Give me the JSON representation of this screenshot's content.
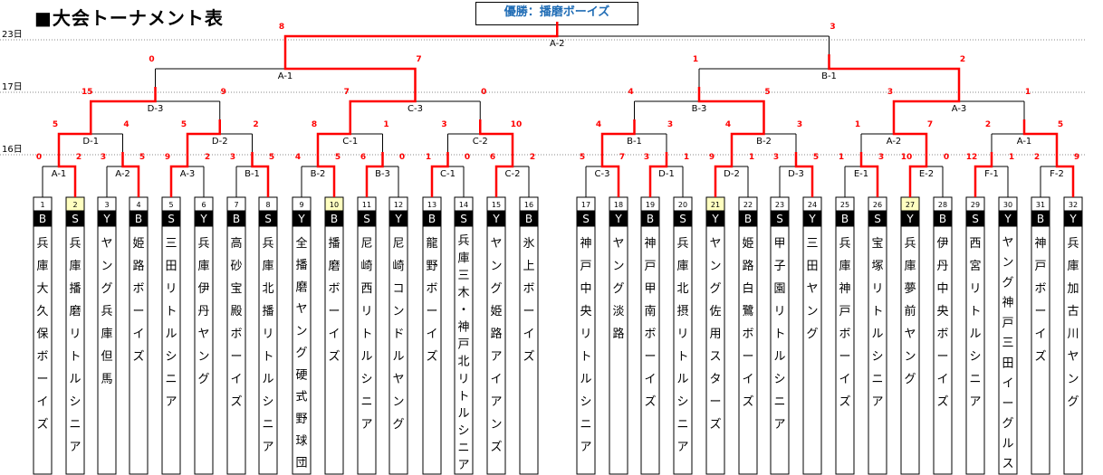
{
  "title": "■大会トーナメント表",
  "champion": "優勝：播磨ボーイズ",
  "dates": [
    "23日",
    "17日",
    "16日"
  ],
  "teams": [
    {
      "no": "1",
      "league": "B",
      "name": "兵庫大久保ボーイズ",
      "highlight": false
    },
    {
      "no": "2",
      "league": "S",
      "name": "兵庫播磨リトルシニア",
      "highlight": true
    },
    {
      "no": "3",
      "league": "Y",
      "name": "ヤング兵庫但馬",
      "highlight": false
    },
    {
      "no": "4",
      "league": "B",
      "name": "姫路ボーイズ",
      "highlight": false
    },
    {
      "no": "5",
      "league": "S",
      "name": "三田リトルシニア",
      "highlight": false
    },
    {
      "no": "6",
      "league": "Y",
      "name": "兵庫伊丹ヤング",
      "highlight": false
    },
    {
      "no": "7",
      "league": "B",
      "name": "高砂宝殿ボーイズ",
      "highlight": false
    },
    {
      "no": "8",
      "league": "S",
      "name": "兵庫北播リトルシニア",
      "highlight": false
    },
    {
      "no": "9",
      "league": "Y",
      "name": "全播磨ヤング硬式野球団",
      "highlight": false
    },
    {
      "no": "10",
      "league": "B",
      "name": "播磨ボーイズ",
      "highlight": true
    },
    {
      "no": "11",
      "league": "S",
      "name": "尼崎西リトルシニア",
      "highlight": false
    },
    {
      "no": "12",
      "league": "Y",
      "name": "尼崎コンドルヤング",
      "highlight": false
    },
    {
      "no": "13",
      "league": "B",
      "name": "龍野ボーイズ",
      "highlight": false
    },
    {
      "no": "14",
      "league": "S",
      "name": "兵庫三木・神戸北リトルシニア",
      "highlight": false
    },
    {
      "no": "15",
      "league": "Y",
      "name": "ヤング姫路アイアンズ",
      "highlight": false
    },
    {
      "no": "16",
      "league": "B",
      "name": "氷上ボーイズ",
      "highlight": false
    },
    {
      "no": "17",
      "league": "S",
      "name": "神戸中央リトルシニア",
      "highlight": false
    },
    {
      "no": "18",
      "league": "Y",
      "name": "ヤング淡路",
      "highlight": false
    },
    {
      "no": "19",
      "league": "B",
      "name": "神戸甲南ボーイズ",
      "highlight": false
    },
    {
      "no": "20",
      "league": "S",
      "name": "兵庫北摂リトルシニア",
      "highlight": false
    },
    {
      "no": "21",
      "league": "Y",
      "name": "ヤング佐用スターズ",
      "highlight": true
    },
    {
      "no": "22",
      "league": "B",
      "name": "姫路白鷺ボーイズ",
      "highlight": false
    },
    {
      "no": "23",
      "league": "S",
      "name": "甲子園リトルシニア",
      "highlight": false
    },
    {
      "no": "24",
      "league": "Y",
      "name": "三田ヤング",
      "highlight": false
    },
    {
      "no": "25",
      "league": "B",
      "name": "兵庫神戸ボーイズ",
      "highlight": false
    },
    {
      "no": "26",
      "league": "S",
      "name": "宝塚リトルシニア",
      "highlight": false
    },
    {
      "no": "27",
      "league": "Y",
      "name": "兵庫夢前ヤング",
      "highlight": true
    },
    {
      "no": "28",
      "league": "B",
      "name": "伊丹中央ボーイズ",
      "highlight": false
    },
    {
      "no": "29",
      "league": "S",
      "name": "西宮リトルシニア",
      "highlight": false
    },
    {
      "no": "30",
      "league": "Y",
      "name": "ヤング神戸三田イーグルス",
      "highlight": false
    },
    {
      "no": "31",
      "league": "B",
      "name": "神戸ボーイズ",
      "highlight": false
    },
    {
      "no": "32",
      "league": "Y",
      "name": "兵庫加古川ヤング",
      "highlight": false
    }
  ],
  "round1": [
    {
      "label": "A-1",
      "s1": "0",
      "s2": "2",
      "winner": 1
    },
    {
      "label": "A-2",
      "s1": "3",
      "s2": "5",
      "winner": 1
    },
    {
      "label": "A-3",
      "s1": "9",
      "s2": "2",
      "winner": 0
    },
    {
      "label": "B-1",
      "s1": "3",
      "s2": "5",
      "winner": 1
    },
    {
      "label": "B-2",
      "s1": "4",
      "s2": "5",
      "winner": 1
    },
    {
      "label": "B-3",
      "s1": "6",
      "s2": "0",
      "winner": 0
    },
    {
      "label": "C-1",
      "s1": "1",
      "s2": "0",
      "winner": 0
    },
    {
      "label": "C-2",
      "s1": "6",
      "s2": "2",
      "winner": 0
    },
    {
      "label": "C-3",
      "s1": "5",
      "s2": "7",
      "winner": 1
    },
    {
      "label": "D-1",
      "s1": "3",
      "s2": "1",
      "winner": 0
    },
    {
      "label": "D-2",
      "s1": "9",
      "s2": "1",
      "winner": 0
    },
    {
      "label": "D-3",
      "s1": "3",
      "s2": "5",
      "winner": 1
    },
    {
      "label": "E-1",
      "s1": "1",
      "s2": "3",
      "winner": 1
    },
    {
      "label": "E-2",
      "s1": "10",
      "s2": "0",
      "winner": 0
    },
    {
      "label": "F-1",
      "s1": "12",
      "s2": "1",
      "winner": 0
    },
    {
      "label": "F-2",
      "s1": "2",
      "s2": "9",
      "winner": 1
    }
  ],
  "round2": [
    {
      "label": "D-1",
      "s1": "5",
      "s2": "4",
      "winner": 0
    },
    {
      "label": "D-2",
      "s1": "5",
      "s2": "2",
      "winner": 0
    },
    {
      "label": "C-1",
      "s1": "8",
      "s2": "1",
      "winner": 0
    },
    {
      "label": "C-2",
      "s1": "3",
      "s2": "10",
      "winner": 1
    },
    {
      "label": "B-1",
      "s1": "4",
      "s2": "3",
      "winner": 0
    },
    {
      "label": "B-2",
      "s1": "4",
      "s2": "3",
      "winner": 0
    },
    {
      "label": "A-2",
      "s1": "1",
      "s2": "7",
      "winner": 1
    },
    {
      "label": "A-1",
      "s1": "2",
      "s2": "5",
      "winner": 1
    }
  ],
  "round3": [
    {
      "label": "D-3",
      "s1": "15",
      "s2": "9",
      "winner": 0
    },
    {
      "label": "C-3",
      "s1": "7",
      "s2": "0",
      "winner": 0
    },
    {
      "label": "B-3",
      "s1": "4",
      "s2": "5",
      "winner": 1
    },
    {
      "label": "A-3",
      "s1": "3",
      "s2": "1",
      "winner": 0
    }
  ],
  "round4": [
    {
      "label": "A-1",
      "s1": "0",
      "s2": "7",
      "winner": 1
    },
    {
      "label": "B-1",
      "s1": "1",
      "s2": "2",
      "winner": 1
    }
  ],
  "final": {
    "label": "A-2",
    "s1": "8",
    "s2": "3",
    "winner": 0
  },
  "colors": {
    "win": "#ff0000",
    "line": "#000000",
    "highlight": "#ffffc0",
    "champion_text": "#1f6cb5",
    "score": "#ff0000"
  }
}
